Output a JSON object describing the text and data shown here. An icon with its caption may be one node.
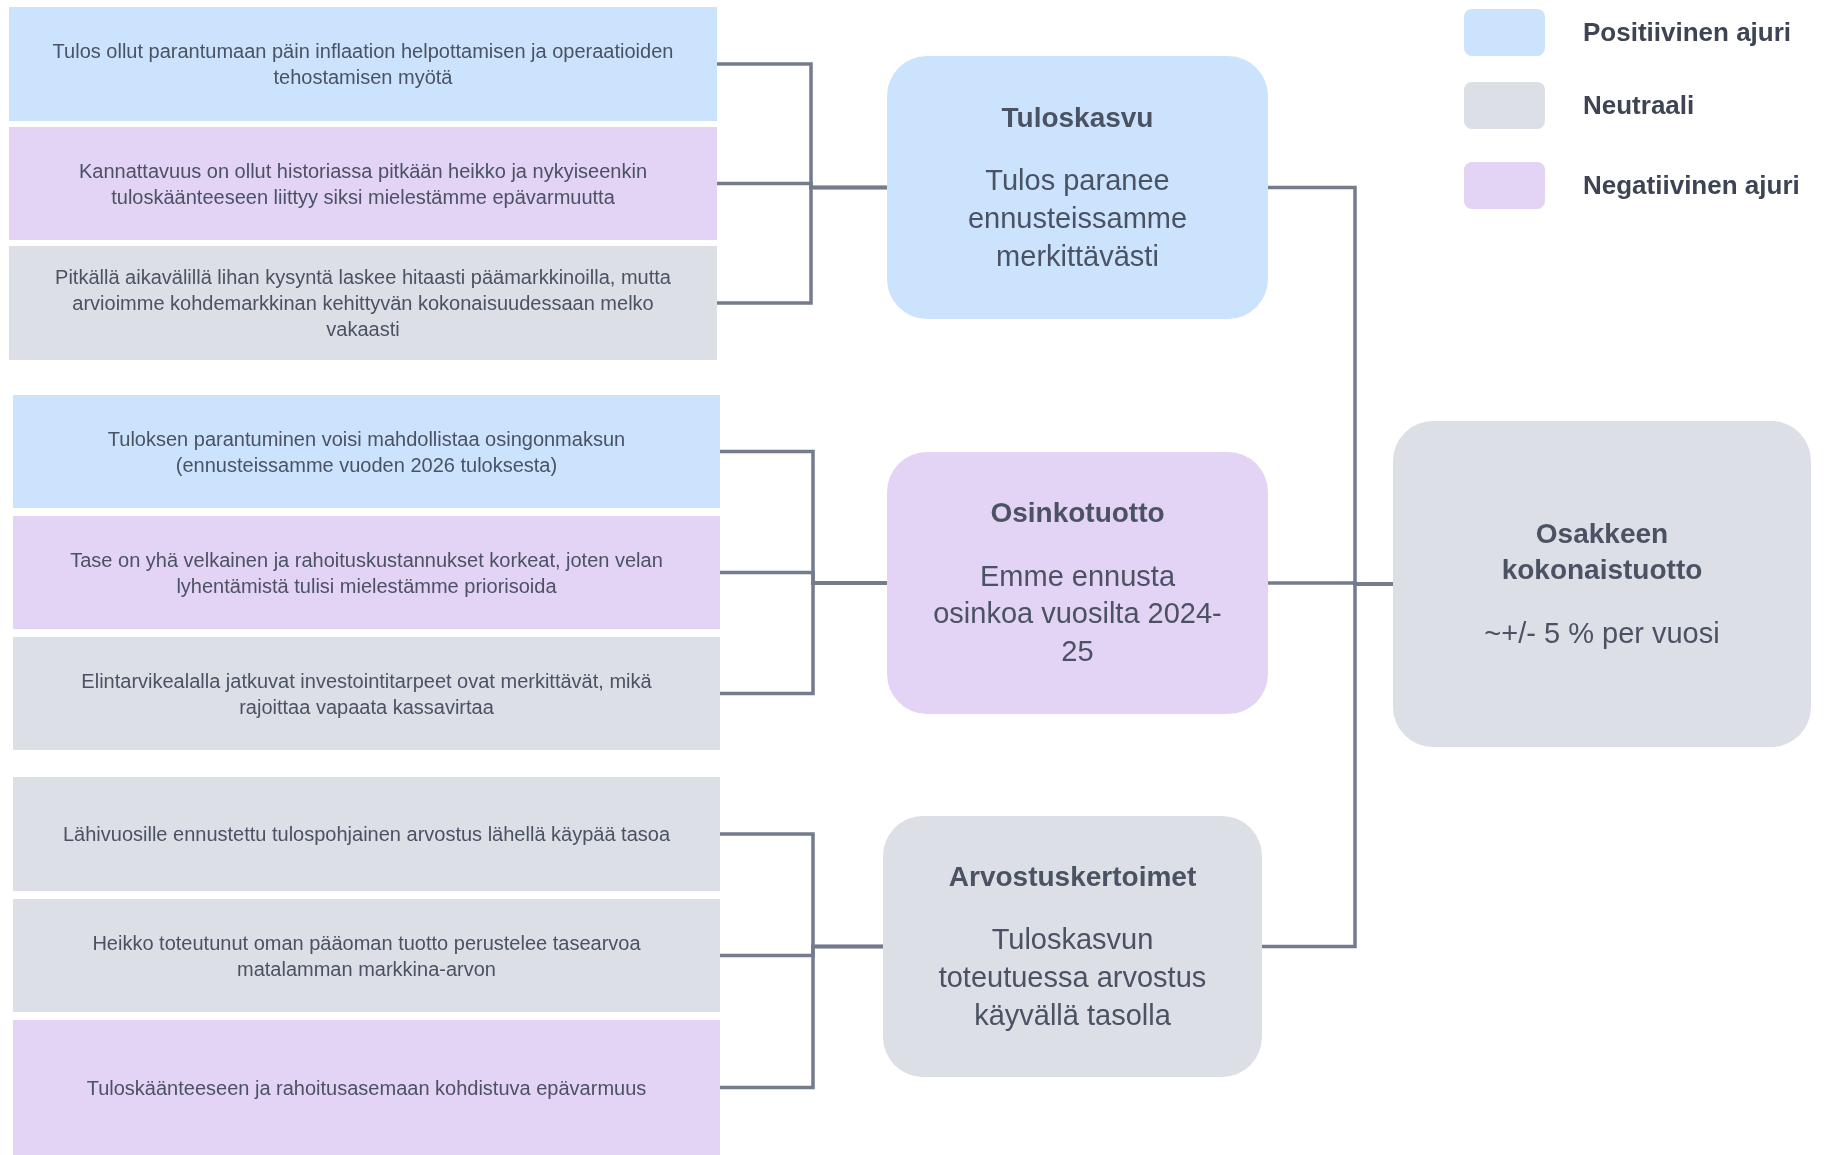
{
  "diagram": {
    "nodes": [
      {
        "text": [
          "Tulos ollut parantumaan päin inflaation helpottamisen ja operaatioiden tehostamisen myötä"
        ]
      },
      {
        "text": [
          "Kannattavuus on ollut historiassa pitkään heikko ja nykyiseenkin tuloskäänteeseen liittyy siksi mielestämme epävarmuutta"
        ]
      },
      {
        "text": [
          "Pitkällä aikavälillä lihan kysyntä laskee hitaasti päämarkkinoilla, mutta arvioimme kohdemarkkinan kehittyvän kokonaisuudessaan melko vakaasti"
        ]
      },
      {
        "text": [
          "Tuloksen parantuminen voisi mahdollistaa osingonmaksun (ennusteissamme vuoden 2026 tuloksesta)"
        ]
      },
      {
        "text": [
          "Tase on yhä velkainen ja rahoituskustannukset korkeat, joten velan lyhentämistä tulisi mielestämme priorisoida"
        ]
      },
      {
        "text": [
          "Elintarvikealalla jatkuvat investointitarpeet ovat merkittävät, mikä rajoittaa vapaata kassavirtaa"
        ]
      },
      {
        "text": [
          "Lähivuosille ennustettu tulospohjainen arvostus lähellä käypää tasoa"
        ]
      },
      {
        "text": [
          "Heikko toteutunut oman pääoman tuotto perustelee tasearvoa matalamman markkina-arvon"
        ]
      },
      {
        "text": [
          "Tuloskäänteeseen ja rahoitusasemaan kohdistuva epävarmuus"
        ]
      },
      {
        "text": [
          "Tuloskasvu",
          "Tulos paranee ennusteissamme merkittävästi"
        ]
      },
      {
        "text": [
          "Osinkotuotto",
          "Emme ennusta osinkoa vuosilta 2024-25"
        ]
      },
      {
        "text": [
          "Arvostuskertoimet",
          "Tuloskasvun toteutuessa arvostus käyvällä tasolla"
        ]
      },
      {
        "text": [
          "Osakkeen kokonaistuotto",
          "~+/- 5 % per vuosi"
        ]
      }
    ],
    "edges": [
      {
        "from": 0,
        "to": 9,
        "arrow": "none"
      },
      {
        "from": 1,
        "to": 9,
        "arrow": "none"
      },
      {
        "from": 2,
        "to": 9,
        "arrow": "none"
      },
      {
        "from": 3,
        "to": 10,
        "arrow": "none"
      },
      {
        "from": 4,
        "to": 10,
        "arrow": "none"
      },
      {
        "from": 5,
        "to": 10,
        "arrow": "none"
      },
      {
        "from": 6,
        "to": 11,
        "arrow": "none"
      },
      {
        "from": 7,
        "to": 11,
        "arrow": "none"
      },
      {
        "from": 8,
        "to": 11,
        "arrow": "none"
      },
      {
        "from": 9,
        "to": 12,
        "arrow": "none"
      },
      {
        "from": 10,
        "to": 12,
        "arrow": "none"
      },
      {
        "from": 11,
        "to": 12,
        "arrow": "none"
      }
    ],
    "legend": [
      {
        "text": "Positiivinen ajuri",
        "color": "#cce3fd"
      },
      {
        "text": "Neutraali",
        "color": "#dcdfe5"
      },
      {
        "text": "Negatiivinen ajuri",
        "color": "#e3d3f4"
      }
    ]
  }
}
